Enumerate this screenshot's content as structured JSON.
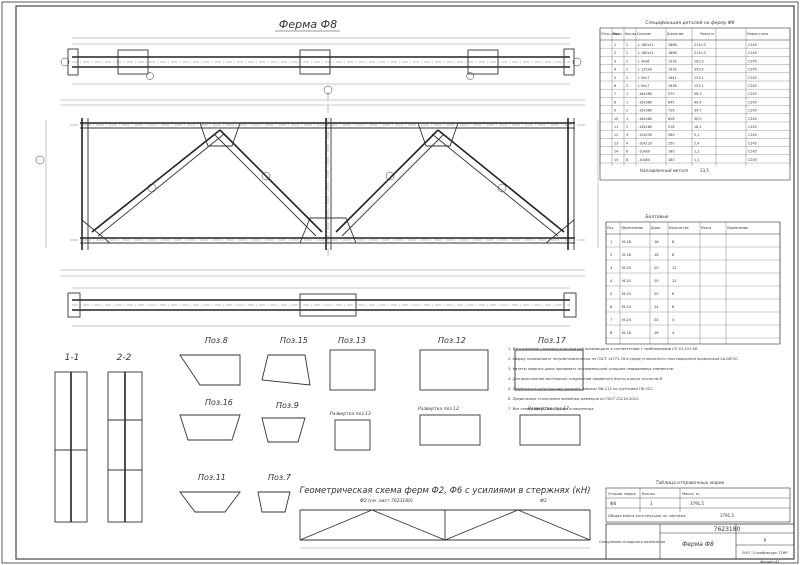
{
  "sheet": {
    "main_title": "Ферма Ф8",
    "spec_title": "Спецификация деталей на ферму Ф8",
    "spec_headers": [
      "Отпр. марка",
      "Поз.",
      "Кол-во",
      "Сечение",
      "Длина мм",
      "Масса кг",
      "Марка стали"
    ],
    "spec_rows": [
      [
        "1",
        "2",
        "L 180x11",
        "1868",
        "2110,3",
        "С245"
      ],
      [
        "2",
        "2",
        "L 180x11",
        "1868",
        "2110,3",
        "С245"
      ],
      [
        "3",
        "2",
        "L 90x6",
        "1016",
        "163,3",
        "С245"
      ],
      [
        "4",
        "2",
        "L 125x8",
        "1016",
        "359,4",
        "С245"
      ],
      [
        "5",
        "2",
        "L 90x7",
        "1641",
        "123,1",
        "С245"
      ],
      [
        "6",
        "2",
        "L 90x7",
        "1636",
        "123,1",
        "С245"
      ],
      [
        "7",
        "1",
        "-16x380",
        "970",
        "46,3",
        "С245"
      ],
      [
        "8",
        "1",
        "-16x380",
        "845",
        "40,4",
        "С245"
      ],
      [
        "9",
        "2",
        "-16x380",
        "726",
        "34,7",
        "С245"
      ],
      [
        "10",
        "1",
        "-16x380",
        "628",
        "30,0",
        "С245"
      ],
      [
        "11",
        "2",
        "-16x280",
        "516",
        "18,1",
        "С245"
      ],
      [
        "12",
        "4",
        "-10x230",
        "280",
        "5,1",
        "С245"
      ],
      [
        "13",
        "4",
        "-10x120",
        "250",
        "2,4",
        "С245"
      ],
      [
        "14",
        "6",
        "-10x80",
        "180",
        "1,1",
        "С245"
      ],
      [
        "15",
        "8",
        "-10x80",
        "180",
        "1,1",
        "С245"
      ]
    ],
    "weld_note": "Наплавленный металл",
    "weld_value": "33,5",
    "bolt_title": "Болтовые",
    "bolt_headers": [
      "Поз.",
      "Обозначение",
      "Диам.",
      "Количество",
      "Масса",
      "Примечание"
    ],
    "bolt_rows": [
      [
        "1",
        "M-16",
        "16",
        "8"
      ],
      [
        "2",
        "M-16",
        "16",
        "8"
      ],
      [
        "3",
        "M-20",
        "20",
        "12"
      ],
      [
        "4",
        "M-20",
        "20",
        "12"
      ],
      [
        "5",
        "M-20",
        "20",
        "6"
      ],
      [
        "6",
        "M-24",
        "24",
        "6"
      ],
      [
        "7",
        "M-24",
        "24",
        "4"
      ],
      [
        "8",
        "M-16",
        "16",
        "4"
      ]
    ],
    "section_labels": [
      "1-1",
      "2-2"
    ],
    "positions": [
      "Поз.8",
      "Поз.15",
      "Поз.13",
      "Поз.12",
      "Поз.17",
      "Поз.16",
      "Поз.9",
      "Поз.11",
      "Поз.7"
    ],
    "unfold_labels": [
      "Развертка поз.13",
      "Развертка поз.12",
      "Развертка поз.17"
    ],
    "notes": [
      "1. Изготовление стальных конструкций производить в соответствии с требованиями СП 53-101-98.",
      "2. Сварку производить полуавтоматически по ГОСТ 14771-76 в среде углекислого газа сварочной проволокой Св-08Г2С.",
      "3. Катеты сварных швов принимать по наименьшей толщине свариваемых элементов.",
      "4. Для выполнения монтажных соединений применять болты класса точности В.",
      "5. Поверхность конструкций окрасить эмалью ПФ-115 по грунтовке ГФ-021.",
      "6. Предельные отклонения линейных размеров по ГОСТ 23118-2012.",
      "7. Все отверстия Ø23мм, кроме оговоренных."
    ],
    "scheme_title": "Геометрическая схема ферм Ф2, Ф6 с усилиями в стержнях (кН)",
    "scheme_sub": "Ф2 (см. лист 7623180)",
    "scheme_right": "Ф3",
    "truss_table_title": "Таблица отправочных марок",
    "truss_headers": [
      "Отправ. марка",
      "Кол-во",
      "Масса, кг"
    ],
    "truss_rows": [
      [
        "Ф8",
        "1",
        "3791,5"
      ]
    ],
    "total_label": "Общая масса конструкции по чертежу",
    "total_value": "3791,5",
    "stamp_code": "7623180",
    "stamp_name": "Ферма Ф8",
    "stamp_object": "Сооружение складского назначения",
    "stamp_company": "ООО \"Стройресурс-ТОМ\"",
    "stamp_stage": "Р",
    "stamp_format": "Формат А1"
  },
  "colors": {
    "ink": "#333333",
    "paper": "#ffffff"
  }
}
